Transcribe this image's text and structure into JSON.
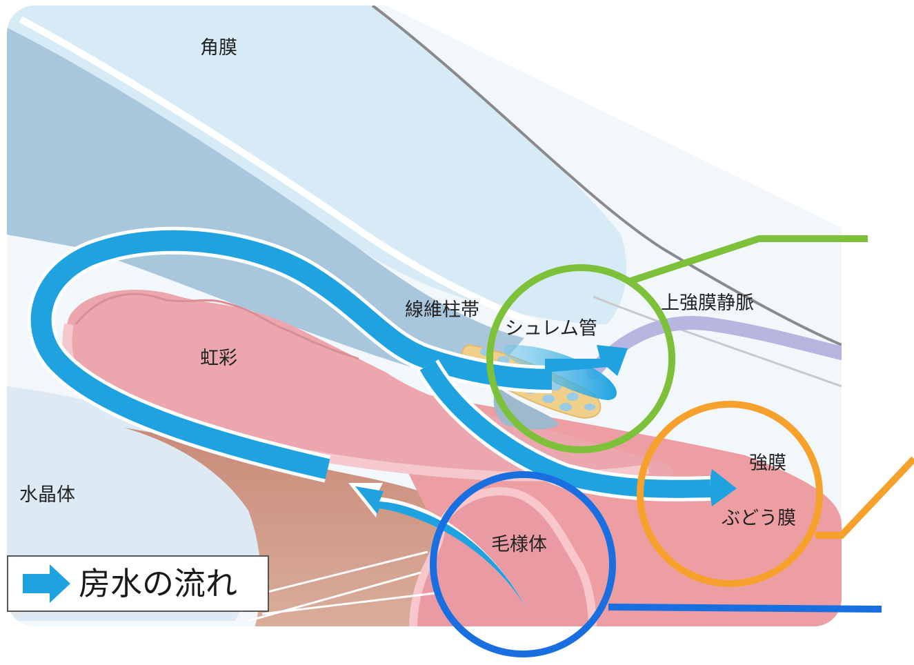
{
  "labels": {
    "cornea": "角膜",
    "iris": "虹彩",
    "trabecular_meshwork": "線維柱帯",
    "schlemm_canal": "シュレム管",
    "episcleral_vein": "上強膜静脈",
    "lens": "水晶体",
    "sclera": "強膜",
    "uvea": "ぶどう膜",
    "ciliary_body": "毛様体"
  },
  "legend": {
    "text": "房水の流れ",
    "icon": "arrow-right-icon"
  },
  "colors": {
    "flow": "#1ea3e0",
    "green_circle": "#7dc13b",
    "orange_circle": "#f5a12c",
    "blue_circle": "#1a6fe0",
    "cornea": "#d7ebf7",
    "iris": "#eba7ad",
    "episcleral_vein": "#b7b6e0"
  }
}
